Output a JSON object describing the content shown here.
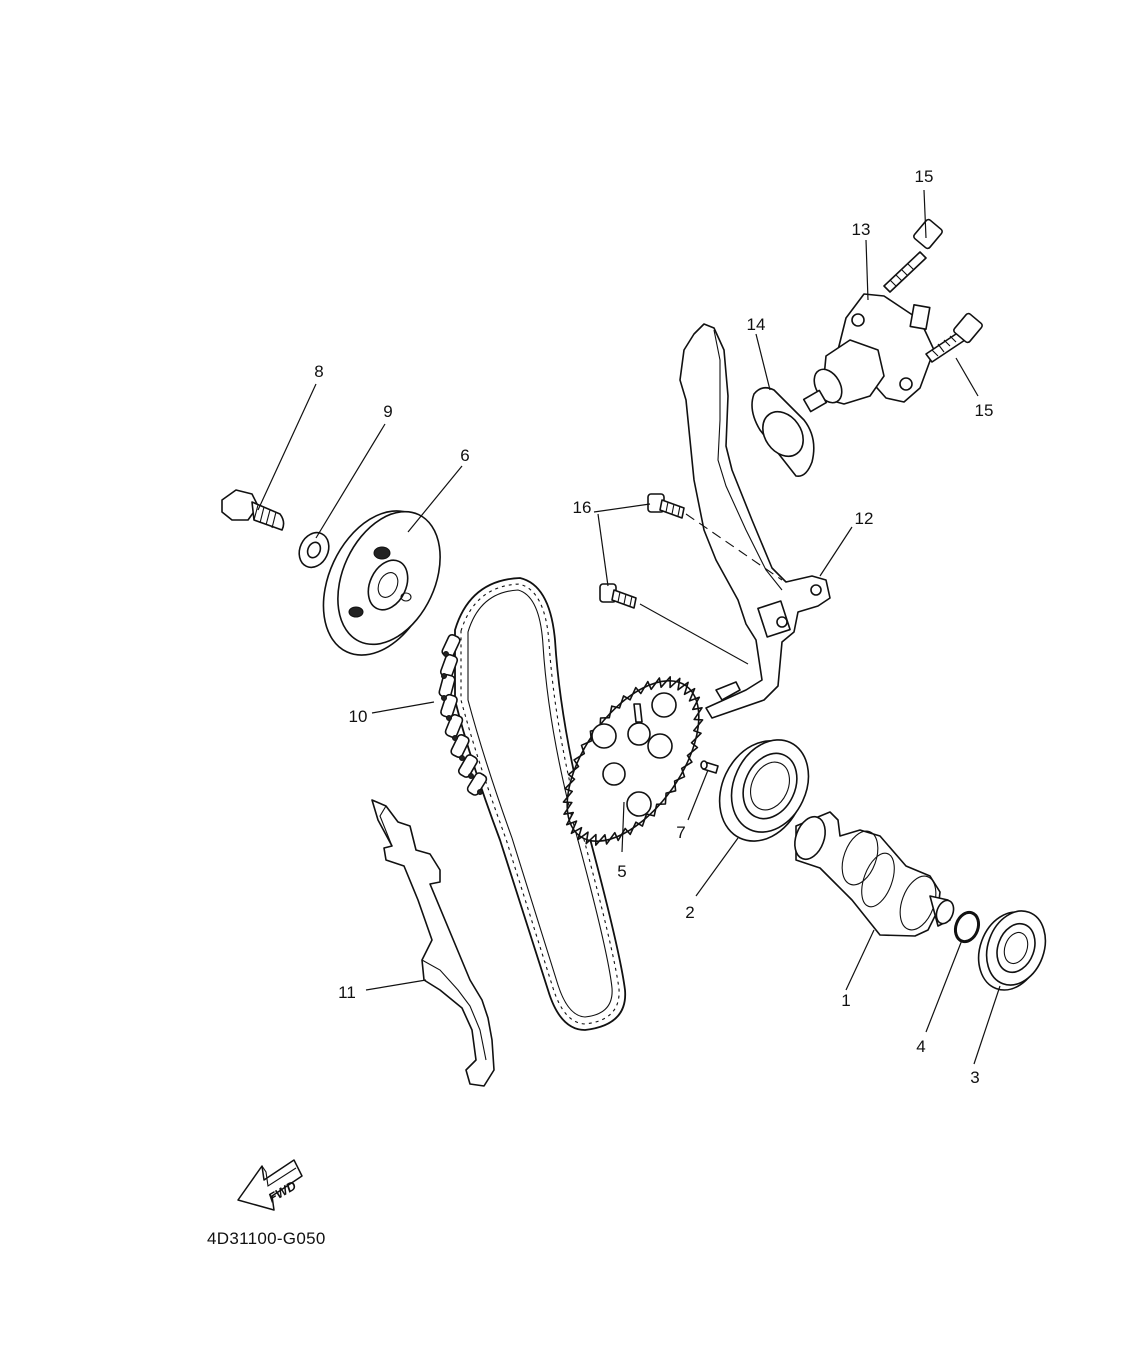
{
  "diagram_code": "4D31100-G050",
  "fwd_label": "FWD",
  "callouts": {
    "p1": "1",
    "p2": "2",
    "p3": "3",
    "p4": "4",
    "p5": "5",
    "p6": "6",
    "p7": "7",
    "p8": "8",
    "p9": "9",
    "p10": "10",
    "p11": "11",
    "p12": "12",
    "p13": "13",
    "p14": "14",
    "p15a": "15",
    "p15b": "15",
    "p16": "16"
  }
}
